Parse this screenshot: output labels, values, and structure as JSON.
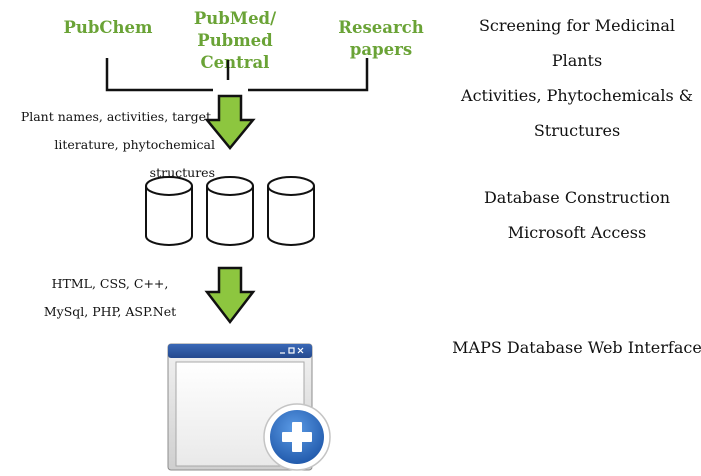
{
  "sources": {
    "pubchem": "PubChem",
    "pubmed_line1": "PubMed/",
    "pubmed_line2": "Pubmed Central",
    "research": "Research papers"
  },
  "steps": {
    "screening": {
      "line1": "Screening for Medicinal Plants",
      "line2": "Activities, Phytochemicals &",
      "line3": "Structures"
    },
    "database": {
      "line1": "Database Construction",
      "line2": "Microsoft Access"
    },
    "interface": {
      "line1": "MAPS Database Web Interface"
    }
  },
  "labels": {
    "data_line1": "Plant names, activities, target,",
    "data_line2": "literature, phytochemical structures",
    "tech_line1": "HTML, CSS, C++,",
    "tech_line2": "MySql, PHP,  ASP.Net"
  },
  "icons": {
    "arrow": "down-arrow-icon",
    "database": "database-cylinder-icon",
    "window": "application-window-icon",
    "plus": "plus-icon"
  },
  "colors": {
    "source_text": "#6aa336",
    "arrow_fill": "#8dc63f",
    "plus_badge": "#2d6fc4"
  }
}
